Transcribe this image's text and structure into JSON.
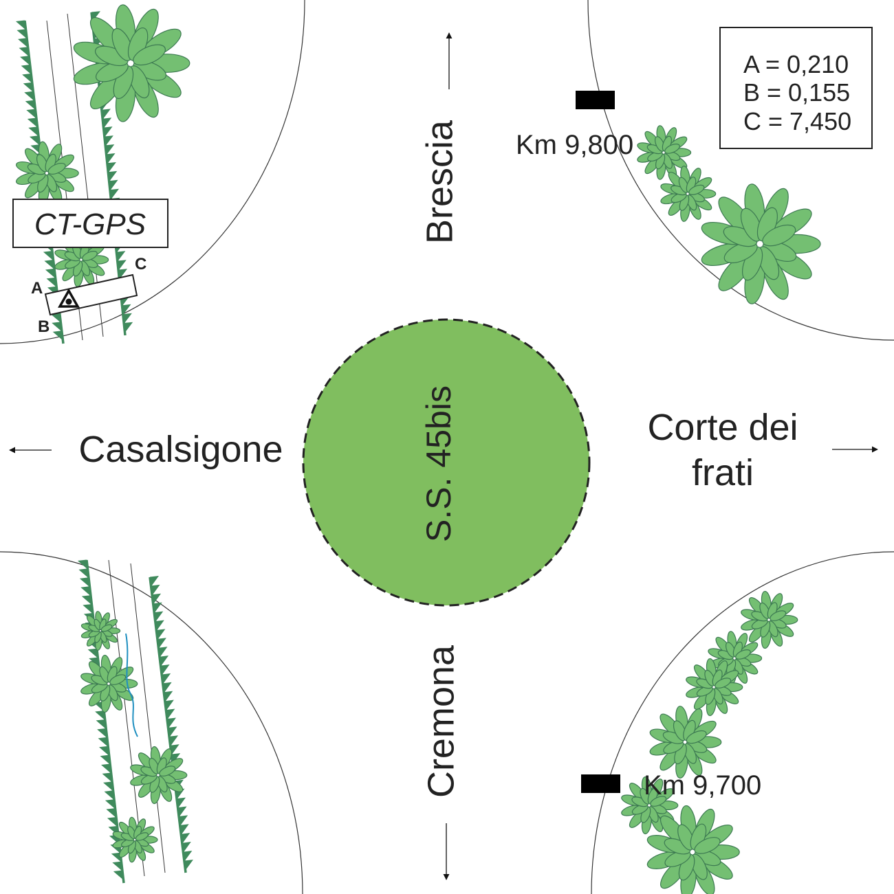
{
  "roundabout": {
    "label": "S.S. 45bis",
    "fill_color": "#80be5f"
  },
  "directions": {
    "north": "Brescia",
    "south": "Cremona",
    "west": "Casalsigone",
    "east_line1": "Corte dei",
    "east_line2": "frati"
  },
  "markers": {
    "km_north": "Km 9,800",
    "km_south": "Km 9,700"
  },
  "legend": {
    "a": "A = 0,210",
    "b": "B = 0,155",
    "c": "C = 7,450"
  },
  "station": {
    "name": "CT-GPS",
    "point_a": "A",
    "point_b": "B",
    "point_c": "C"
  },
  "colors": {
    "tree": "#74bf72",
    "tree_stroke": "#3d7a52",
    "hedge": "#3f8a5c",
    "stream": "#1f8fc0"
  }
}
